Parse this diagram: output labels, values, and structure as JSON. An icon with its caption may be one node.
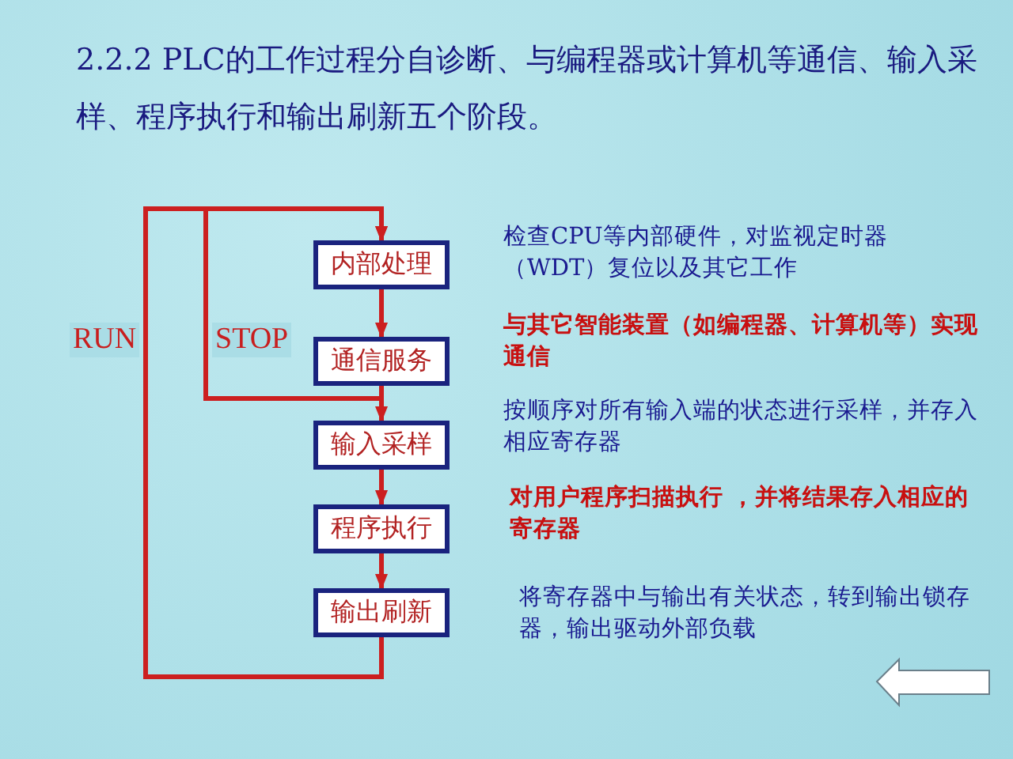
{
  "diagram": {
    "title": "2.2.2 PLC的工作过程分自诊断、与编程器或计算机等通信、输入采样、程序执行和输出刷新五个阶段。",
    "nodes": [
      {
        "text": [
          "内部处理"
        ],
        "beside": [
          "检查CPU等内部硬件，对监视定时器（WDT）复位以及其它工作"
        ]
      },
      {
        "text": [
          "通信服务"
        ],
        "beside": [
          "与其它智能装置（如编程器、计算机等）实现通信"
        ]
      },
      {
        "text": [
          "输入采样"
        ],
        "beside": [
          "按顺序对所有输入端的状态进行采样，并存入相应寄存器"
        ]
      },
      {
        "text": [
          "程序执行"
        ],
        "beside": [
          "对用户程序扫描执行 ，并将结果存入相应的寄存器"
        ]
      },
      {
        "text": [
          "输出刷新"
        ],
        "beside": [
          "将寄存器中与输出有关状态，转到输出锁存器，输出驱动外部负载"
        ]
      }
    ],
    "edges": [
      {
        "from": 0,
        "to": 1,
        "arrow": "to"
      },
      {
        "from": 1,
        "to": 2,
        "arrow": "to"
      },
      {
        "from": 2,
        "to": 3,
        "arrow": "to"
      },
      {
        "from": 3,
        "to": 4,
        "arrow": "to"
      },
      {
        "from": 4,
        "to": 0,
        "arrow": "to",
        "label": "RUN"
      },
      {
        "from": 1,
        "to": 0,
        "arrow": "to",
        "label": "STOP"
      }
    ]
  }
}
